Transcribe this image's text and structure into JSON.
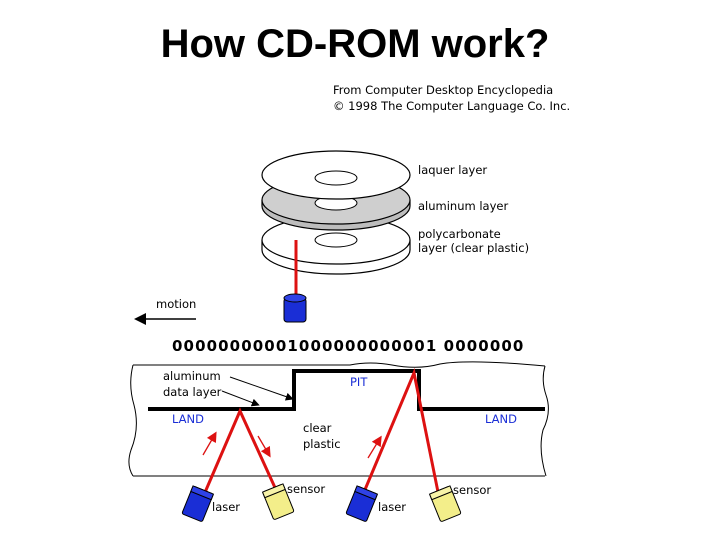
{
  "title": "How CD-ROM work?",
  "source": {
    "line1": "From Computer Desktop Encyclopedia",
    "line2": "© 1998 The Computer Language Co. Inc."
  },
  "layers": {
    "laquer": "laquer layer",
    "aluminum": "aluminum layer",
    "polycarbonate_line1": "polycarbonate",
    "polycarbonate_line2": "layer (clear plastic)"
  },
  "motion_label": "motion",
  "binary_data": "00000000001000000000001 0000000",
  "cross_section": {
    "aluminum_line1": "aluminum",
    "aluminum_line2": "data layer",
    "pit": "PIT",
    "land_left": "LAND",
    "land_right": "LAND",
    "clear_line1": "clear",
    "clear_line2": "plastic"
  },
  "components": {
    "sensor_left": "sensor",
    "sensor_right": "sensor",
    "laser_left": "laser",
    "laser_right": "laser"
  },
  "colors": {
    "laser_beam": "#dd1111",
    "laser_body": "#1a2ed6",
    "sensor_body": "#f3ee8a",
    "aluminum_disc": "#cfcfcf"
  }
}
